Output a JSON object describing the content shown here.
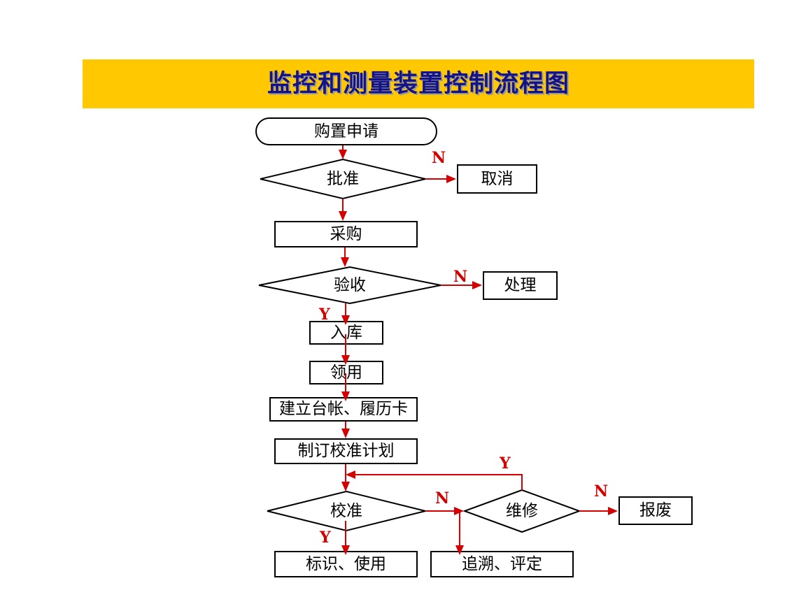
{
  "title": {
    "text": "监控和测量装置控制流程图",
    "banner_color": "#ffc800",
    "text_color": "#131387",
    "shadow_color": "#9a9a9a"
  },
  "colors": {
    "shape_outline": "#000000",
    "arrow": "#d40000",
    "background": "#ffffff"
  },
  "nodes": {
    "purchase_request": {
      "label": "购置申请",
      "shape": "stadium"
    },
    "approval": {
      "label": "批准",
      "shape": "diamond"
    },
    "cancel": {
      "label": "取消",
      "shape": "rectangle"
    },
    "procurement": {
      "label": "采购",
      "shape": "rectangle"
    },
    "acceptance": {
      "label": "验收",
      "shape": "diamond"
    },
    "handle": {
      "label": "处理",
      "shape": "rectangle"
    },
    "warehousing": {
      "label": "入库",
      "shape": "rectangle"
    },
    "requisition": {
      "label": "领用",
      "shape": "rectangle"
    },
    "ledger_card": {
      "label": "建立台帐、履历卡",
      "shape": "rectangle"
    },
    "calibration_plan": {
      "label": "制订校准计划",
      "shape": "rectangle"
    },
    "calibration": {
      "label": "校准",
      "shape": "diamond"
    },
    "repair": {
      "label": "维修",
      "shape": "diamond"
    },
    "scrap": {
      "label": "报废",
      "shape": "rectangle"
    },
    "identify_use": {
      "label": "标识、使用",
      "shape": "rectangle"
    },
    "trace_evaluate": {
      "label": "追溯、评定",
      "shape": "rectangle"
    }
  },
  "branch_labels": {
    "approval_no": "N",
    "acceptance_no": "N",
    "acceptance_yes": "Y",
    "calibration_yes": "Y",
    "calibration_no": "N",
    "repair_yes": "Y",
    "repair_no": "N"
  },
  "chart_data": {
    "type": "diagram",
    "title": "监控和测量装置控制流程图",
    "nodes": [
      {
        "id": "purchase_request",
        "label": "购置申请",
        "shape": "stadium"
      },
      {
        "id": "approval",
        "label": "批准",
        "shape": "diamond"
      },
      {
        "id": "cancel",
        "label": "取消",
        "shape": "rectangle"
      },
      {
        "id": "procurement",
        "label": "采购",
        "shape": "rectangle"
      },
      {
        "id": "acceptance",
        "label": "验收",
        "shape": "diamond"
      },
      {
        "id": "handle",
        "label": "处理",
        "shape": "rectangle"
      },
      {
        "id": "warehousing",
        "label": "入库",
        "shape": "rectangle"
      },
      {
        "id": "requisition",
        "label": "领用",
        "shape": "rectangle"
      },
      {
        "id": "ledger_card",
        "label": "建立台帐、履历卡",
        "shape": "rectangle"
      },
      {
        "id": "calibration_plan",
        "label": "制订校准计划",
        "shape": "rectangle"
      },
      {
        "id": "calibration",
        "label": "校准",
        "shape": "diamond"
      },
      {
        "id": "repair",
        "label": "维修",
        "shape": "diamond"
      },
      {
        "id": "scrap",
        "label": "报废",
        "shape": "rectangle"
      },
      {
        "id": "identify_use",
        "label": "标识、使用",
        "shape": "rectangle"
      },
      {
        "id": "trace_evaluate",
        "label": "追溯、评定",
        "shape": "rectangle"
      }
    ],
    "edges": [
      {
        "from": "purchase_request",
        "to": "approval",
        "label": ""
      },
      {
        "from": "approval",
        "to": "cancel",
        "label": "N"
      },
      {
        "from": "approval",
        "to": "procurement",
        "label": ""
      },
      {
        "from": "procurement",
        "to": "acceptance",
        "label": ""
      },
      {
        "from": "acceptance",
        "to": "handle",
        "label": "N"
      },
      {
        "from": "acceptance",
        "to": "warehousing",
        "label": "Y"
      },
      {
        "from": "warehousing",
        "to": "requisition",
        "label": ""
      },
      {
        "from": "requisition",
        "to": "ledger_card",
        "label": ""
      },
      {
        "from": "ledger_card",
        "to": "calibration_plan",
        "label": ""
      },
      {
        "from": "calibration_plan",
        "to": "calibration",
        "label": ""
      },
      {
        "from": "calibration",
        "to": "identify_use",
        "label": "Y"
      },
      {
        "from": "calibration",
        "to": "repair",
        "label": "N"
      },
      {
        "from": "calibration",
        "to": "trace_evaluate",
        "label": "N"
      },
      {
        "from": "repair",
        "to": "calibration",
        "label": "Y"
      },
      {
        "from": "repair",
        "to": "scrap",
        "label": "N"
      }
    ]
  }
}
